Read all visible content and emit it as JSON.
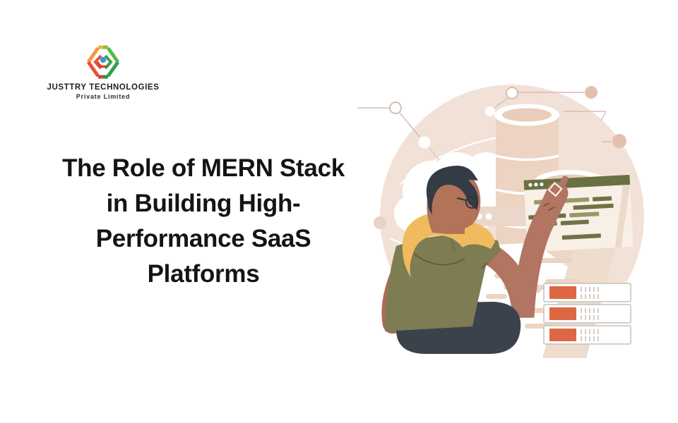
{
  "brand": {
    "name": "JUSTTRY TECHNOLOGIES",
    "subtitle": "Private Limited",
    "logo_icon": "code-brackets-hexagon-icon"
  },
  "title": {
    "lines": [
      "The Role of MERN Stack",
      "in Building High-",
      "Performance SaaS",
      "Platforms"
    ]
  },
  "illustration": {
    "elements": [
      "developer-pointing-illustration",
      "database-cylinders-icon",
      "browser-code-window-icon",
      "server-rack-icon",
      "network-nodes-icon",
      "cloud-icon"
    ],
    "colors": {
      "circle_beige": "#f2e1d7",
      "cylinder_tan": "#edd3c2",
      "code_olive_dark": "#6b7043",
      "code_olive_light": "#9a9965",
      "shirt_olive": "#7e7c52",
      "hood_yellow": "#f0ba5e",
      "skin": "#b27359",
      "hair": "#343b44",
      "pants": "#3a424c",
      "server_orange": "#dd6742",
      "text_line_pink": "#edd3c1"
    }
  }
}
